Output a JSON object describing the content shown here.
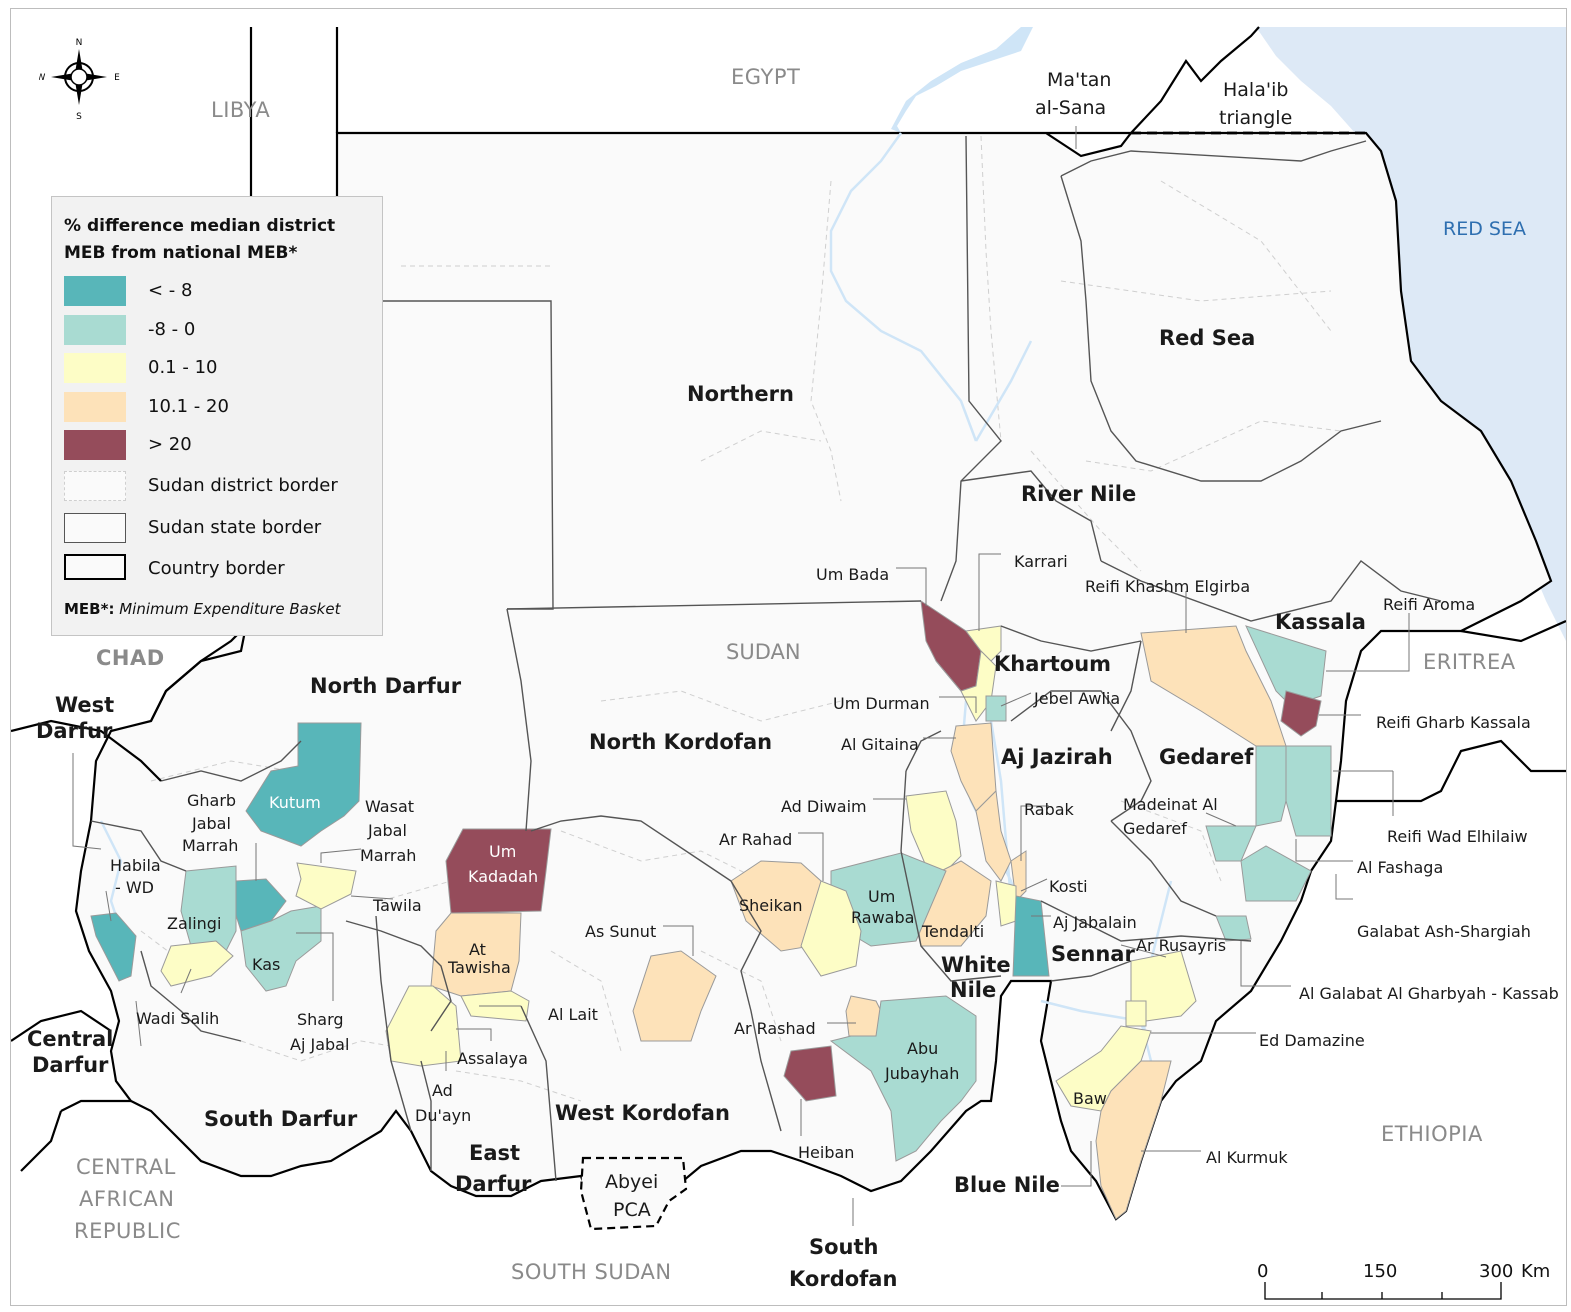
{
  "legend": {
    "title_line1": "% difference median district",
    "title_line2": "MEB from national MEB*",
    "classes": [
      {
        "label": "< - 8",
        "color": "#58b6b9"
      },
      {
        "label": "-8 - 0",
        "color": "#a9dbd2"
      },
      {
        "label": "0.1 - 10",
        "color": "#fdfdc6"
      },
      {
        "label": "10.1 - 20",
        "color": "#fde2b9"
      },
      {
        "label": "> 20",
        "color": "#954c5b"
      }
    ],
    "borders": [
      {
        "label": "Sudan district border"
      },
      {
        "label": "Sudan state border"
      },
      {
        "label": "Country border"
      }
    ],
    "note_key": "MEB*:",
    "note_text": "Minimum Expenditure Basket"
  },
  "compass": {
    "n": "N",
    "s": "S",
    "e": "E",
    "w": "W"
  },
  "countries": {
    "libya": "LIBYA",
    "egypt": "EGYPT",
    "chad": "CHAD",
    "car_1": "CENTRAL",
    "car_2": "AFRICAN",
    "car_3": "REPUBLIC",
    "south_sudan": "SOUTH SUDAN",
    "ethiopia": "ETHIOPIA",
    "eritrea": "ERITREA",
    "sudan": "SUDAN"
  },
  "sea": {
    "red_sea": "RED SEA"
  },
  "disputed": {
    "matan_1": "Ma'tan",
    "matan_2": "al-Sana",
    "halaib_1": "Hala'ib",
    "halaib_2": "triangle",
    "abyei_1": "Abyei",
    "abyei_2": "PCA"
  },
  "states": {
    "northern": "Northern",
    "red_sea": "Red Sea",
    "river_nile": "River Nile",
    "khartoum": "Khartoum",
    "kassala": "Kassala",
    "gedaref": "Gedaref",
    "aj_jazirah": "Aj Jazirah",
    "north_darfur": "North Darfur",
    "north_kordofan": "North Kordofan",
    "west_darfur_1": "West",
    "west_darfur_2": "Darfur",
    "central_darfur_1": "Central",
    "central_darfur_2": "Darfur",
    "south_darfur": "South Darfur",
    "east_darfur_1": "East",
    "east_darfur_2": "Darfur",
    "west_kordofan": "West Kordofan",
    "south_kordofan_1": "South",
    "south_kordofan_2": "Kordofan",
    "white_nile_1": "White",
    "white_nile_2": "Nile",
    "sennar": "Sennar",
    "blue_nile": "Blue Nile"
  },
  "districts": {
    "um_bada": "Um Bada",
    "karrari": "Karrari",
    "reifi_khashm": "Reifi Khashm Elgirba",
    "reifi_aroma": "Reifi Aroma",
    "um_durman": "Um Durman",
    "jebel_awlia": "Jebel Awlia",
    "reifi_gharb_kassala": "Reifi Gharb Kassala",
    "al_gitaina": "Al Gitaina",
    "ad_diwaim": "Ad Diwaim",
    "rabak": "Rabak",
    "madeinat_1": "Madeinat Al",
    "madeinat_2": "Gedaref",
    "reifi_wad_elhilaiw": "Reifi Wad Elhilaiw",
    "al_fashaga": "Al Fashaga",
    "galabat_ash": "Galabat Ash-Shargiah",
    "al_galabat_gharbyah": "Al Galabat Al Gharbyah - Kassab",
    "ar_rahad": "Ar Rahad",
    "sheikan": "Sheikan",
    "um_rawaba_1": "Um",
    "um_rawaba_2": "Rawaba",
    "kosti": "Kosti",
    "tendalti": "Tendalti",
    "aj_jabalain": "Aj Jabalain",
    "ar_rusayris": "Ar Rusayris",
    "ed_damazine": "Ed Damazine",
    "baw": "Baw",
    "al_kurmuk": "Al Kurmuk",
    "as_sunut": "As Sunut",
    "ar_rashad": "Ar Rashad",
    "abu_jubayhah_1": "Abu",
    "abu_jubayhah_2": "Jubayhah",
    "heiban": "Heiban",
    "kutum": "Kutum",
    "wasat_1": "Wasat",
    "wasat_2": "Jabal",
    "wasat_3": "Marrah",
    "um_kadadah_1": "Um",
    "um_kadadah_2": "Kadadah",
    "gharb_1": "Gharb",
    "gharb_2": "Jabal",
    "gharb_3": "Marrah",
    "habila_1": "Habila",
    "habila_2": "- WD",
    "zalingi": "Zalingi",
    "tawila": "Tawila",
    "kas": "Kas",
    "at_tawisha_1": "At",
    "at_tawisha_2": "Tawisha",
    "al_lait": "Al Lait",
    "wadi_salih": "Wadi Salih",
    "sharg_1": "Sharg",
    "sharg_2": "Aj Jabal",
    "assalaya": "Assalaya",
    "ad_duayn_1": "Ad",
    "ad_duayn_2": "Du'ayn"
  },
  "scale": {
    "t0": "0",
    "t1": "150",
    "t2": "300",
    "unit": "Km"
  }
}
